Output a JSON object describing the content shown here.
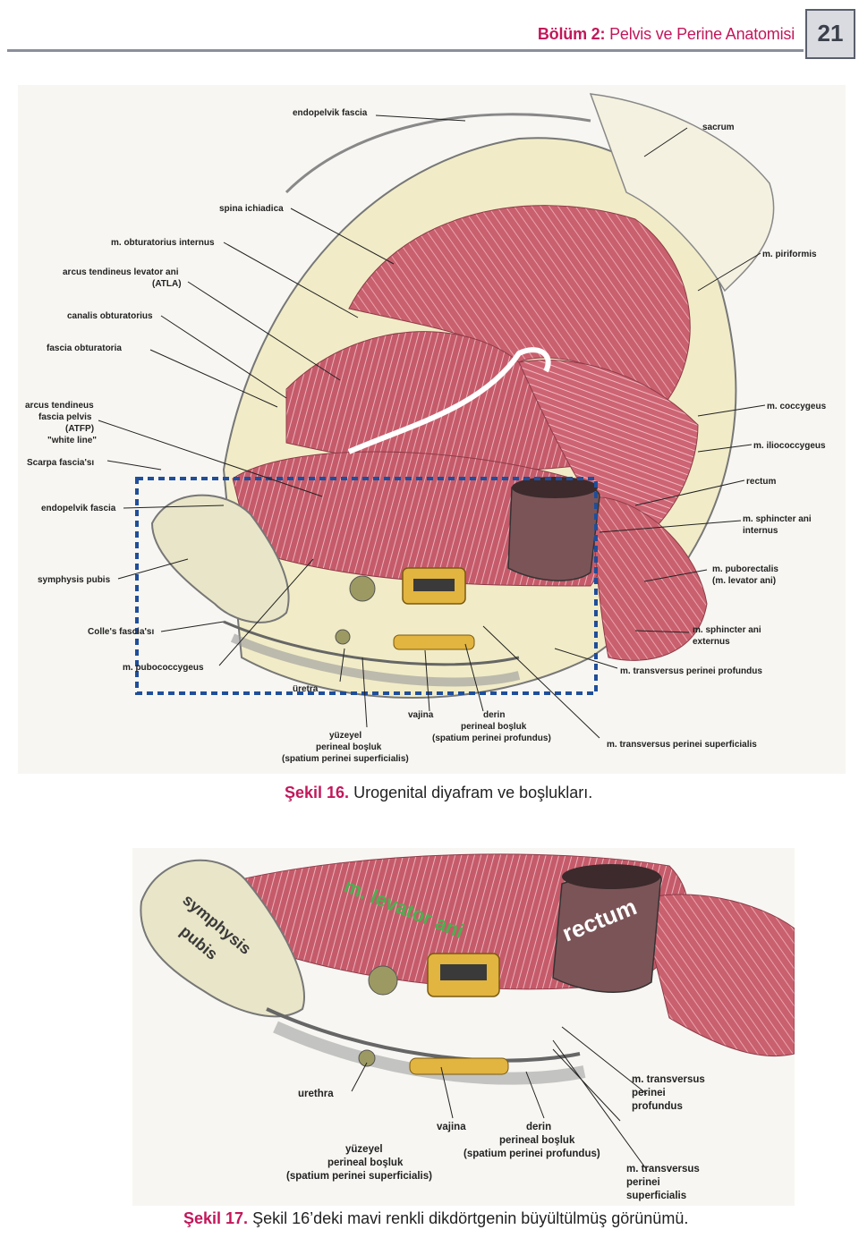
{
  "header": {
    "chapter": "Bölüm 2:",
    "title": "Pelvis ve Perine Anatomisi",
    "page_number": "21"
  },
  "figure16": {
    "labels": {
      "endopelvik_fascia_top": "endopelvik fascia",
      "sacrum": "sacrum",
      "spina_ichiadica": "spina ichiadica",
      "obturatorius_internus": "m. obturatorius internus",
      "atla_1": "arcus tendineus levator ani",
      "atla_2": "(ATLA)",
      "canalis_obturatorius": "canalis obturatorius",
      "fascia_obturatoria": "fascia obturatoria",
      "atfp_1": "arcus tendineus",
      "atfp_2": "fascia pelvis",
      "atfp_3": "(ATFP)",
      "atfp_4": "\"white line\"",
      "scarpa": "Scarpa fascia'sı",
      "endopelvik_fascia": "endopelvik fascia",
      "symphysis_pubis": "symphysis pubis",
      "colles": "Colle's fascia'sı",
      "pubococcygeus": "m. pubococcygeus",
      "uretra": "üretra",
      "yuzeyel_1": "yüzeyel",
      "yuzeyel_2": "perineal boşluk",
      "yuzeyel_3": "(spatium perinei superficialis)",
      "vajina": "vajina",
      "derin_1": "derin",
      "derin_2": "perineal boşluk",
      "derin_3": "(spatium perinei profundus)",
      "piriformis": "m. piriformis",
      "coccygeus": "m. coccygeus",
      "iliococcygeus": "m. iliococcygeus",
      "rectum": "rectum",
      "sphincter_internus_1": "m. sphincter ani",
      "sphincter_internus_2": "internus",
      "puborectalis_1": "m. puborectalis",
      "puborectalis_2": "(m. levator ani)",
      "sphincter_externus_1": "m. sphincter ani",
      "sphincter_externus_2": "externus",
      "transversus_profundus": "m. transversus perinei profundus",
      "transversus_superficialis": "m. transversus perinei superficialis"
    },
    "caption_number": "Şekil 16.",
    "caption_text": "Urogenital diyafram ve boşlukları."
  },
  "figure17": {
    "labels": {
      "symphysis": "symphysis",
      "pubis": "pubis",
      "levator_ani": "m. levator ani",
      "rectum": "rectum",
      "urethra": "urethra",
      "vajina": "vajina",
      "derin_1": "derin",
      "derin_2": "perineal boşluk",
      "derin_3": "(spatium perinei profundus)",
      "yuzeyel_1": "yüzeyel",
      "yuzeyel_2": "perineal boşluk",
      "yuzeyel_3": "(spatium perinei superficialis)",
      "tp_profundus_1": "m. transversus",
      "tp_profundus_2": "perinei",
      "tp_profundus_3": "profundus",
      "tp_superficialis_1": "m. transversus",
      "tp_superficialis_2": "perinei",
      "tp_superficialis_3": "superficialis"
    },
    "caption_number": "Şekil 17.",
    "caption_text": "Şekil 16’deki mavi renkli dikdörtgenin büyültülmüş görünümü."
  },
  "colors": {
    "accent": "#c2185b",
    "muscle": "#c9606e",
    "highlight_box": "#1f4e9a",
    "bone": "#e9e5c8"
  }
}
